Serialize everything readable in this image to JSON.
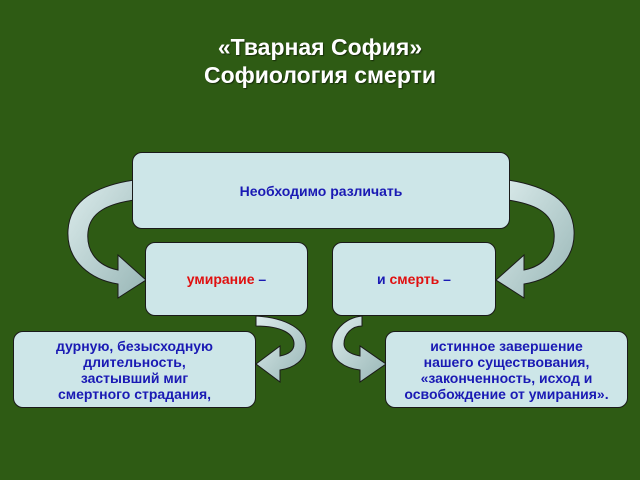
{
  "title": {
    "line1": "«Тварная София»",
    "line2": "Софиология смерти"
  },
  "top_box": {
    "text": "Необходимо различать"
  },
  "left_box": {
    "word": "умирание",
    "dash": " –"
  },
  "right_box": {
    "prefix": "и ",
    "word": "смерть",
    "dash": " –"
  },
  "bottom_left": {
    "lines": [
      "дурную, безысходную",
      "длительность,",
      "застывший миг",
      "смертного страдания,"
    ]
  },
  "bottom_right": {
    "lines": [
      "истинное завершение",
      "нашего существования,",
      "«законченность, исход и",
      "освобождение от умирания»."
    ]
  },
  "colors": {
    "background": "#2e5b14",
    "box_fill": "#cde6e8",
    "text_navy": "#1a1ab4",
    "text_red": "#e01010",
    "arrow_fill": "#b8d2d2"
  }
}
